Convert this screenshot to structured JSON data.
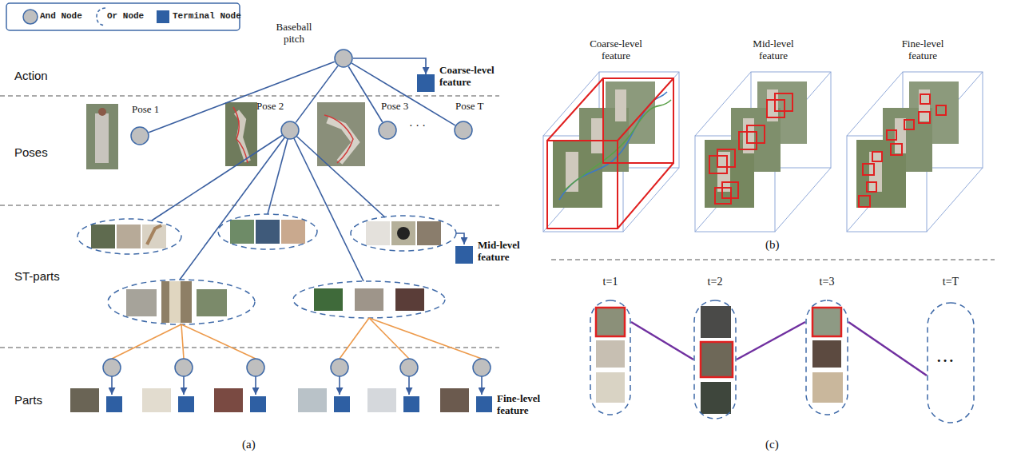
{
  "diagram": {
    "nodes": [
      {
        "text": [
          "Baseball pitch"
        ]
      },
      {
        "text": [
          "Coarse-level feature"
        ]
      },
      {
        "text": [
          "Pose 1"
        ]
      },
      {
        "text": [
          "Pose 2"
        ]
      },
      {
        "text": [
          "Pose 3"
        ]
      },
      {
        "text": [
          "Pose T"
        ]
      },
      {
        "text": [
          "Mid-level feature"
        ]
      },
      {
        "text": [
          "Fine-level feature"
        ]
      },
      {
        "text": [
          "t=1"
        ]
      },
      {
        "text": [
          "t=2"
        ]
      },
      {
        "text": [
          "t=3"
        ]
      },
      {
        "text": [
          "t=T"
        ]
      }
    ],
    "edges": [
      {
        "from": 0,
        "to": 1,
        "arrow": "to"
      },
      {
        "from": 0,
        "to": 2,
        "arrow": "none"
      },
      {
        "from": 0,
        "to": 3,
        "arrow": "none"
      },
      {
        "from": 0,
        "to": 4,
        "arrow": "none"
      },
      {
        "from": 0,
        "to": 5,
        "arrow": "none"
      },
      {
        "from": 8,
        "to": 9,
        "arrow": "none"
      },
      {
        "from": 9,
        "to": 10,
        "arrow": "none"
      },
      {
        "from": 10,
        "to": 11,
        "arrow": "none"
      }
    ],
    "labels": [
      "Action",
      "Poses",
      "ST-parts",
      "Parts",
      "· · ·",
      "(a)",
      "Coarse-level feature",
      "Mid-level feature",
      "Fine-level feature",
      "(b)",
      "• • •",
      "(c)"
    ],
    "legend": [
      {
        "text": "And Node"
      },
      {
        "text": "Or Node"
      },
      {
        "text": "Terminal Node"
      }
    ]
  }
}
